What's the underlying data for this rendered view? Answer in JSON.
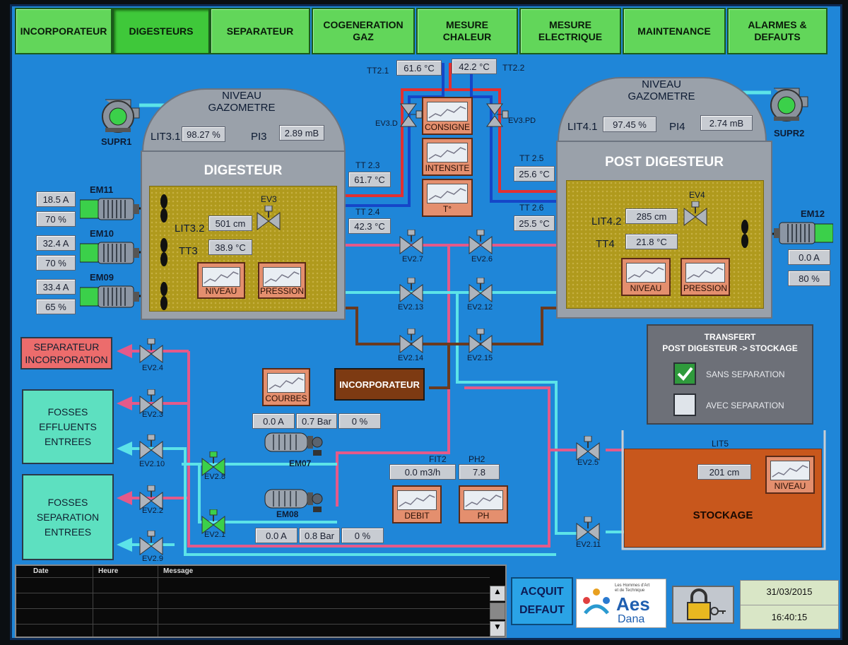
{
  "nav": [
    {
      "label": "INCORPORATEUR"
    },
    {
      "label": "DIGESTEURS"
    },
    {
      "label": "SEPARATEUR"
    },
    {
      "label": "COGENERATION\nGAZ"
    },
    {
      "label": "MESURE\nCHALEUR"
    },
    {
      "label": "MESURE\nELECTRIQUE"
    },
    {
      "label": "MAINTENANCE"
    },
    {
      "label": "ALARMES &\nDEFAUTS"
    }
  ],
  "center": {
    "tt21_label": "TT2.1",
    "tt21": "61.6 °C",
    "tt22_label": "TT2.2",
    "tt22": "42.2 °C",
    "ev3d": "EV3.D",
    "ev3pd": "EV3.PD",
    "consigne": "CONSIGNE",
    "intensite": "INTENSITE",
    "temp": "T°"
  },
  "digesteur": {
    "niveau_label": "NIVEAU\nGAZOMETRE",
    "lit31_label": "LIT3.1",
    "lit31": "98.27 %",
    "pi3_label": "PI3",
    "pi3": "2.89 mB",
    "title": "DIGESTEUR",
    "ev3": "EV3",
    "lit32_label": "LIT3.2",
    "lit32": "501 cm",
    "tt3_label": "TT3",
    "tt3": "38.9 °C",
    "btn_niveau": "NIVEAU",
    "btn_pression": "PRESSION",
    "tt23_label": "TT 2.3",
    "tt23": "61.7 °C",
    "tt24_label": "TT 2.4",
    "tt24": "42.3 °C",
    "supr": "SUPR1"
  },
  "post": {
    "niveau_label": "NIVEAU\nGAZOMETRE",
    "lit41_label": "LIT4.1",
    "lit41": "97.45 %",
    "pi4_label": "PI4",
    "pi4": "2.74 mB",
    "title": "POST DIGESTEUR",
    "ev4": "EV4",
    "lit42_label": "LIT4.2",
    "lit42": "285 cm",
    "tt4_label": "TT4",
    "tt4": "21.8 °C",
    "btn_niveau": "NIVEAU",
    "btn_pression": "PRESSION",
    "tt25_label": "TT 2.5",
    "tt25": "25.6 °C",
    "tt26_label": "TT 2.6",
    "tt26": "25.5 °C",
    "supr": "SUPR2",
    "em12": "EM12",
    "em12_a": "0.0 A",
    "em12_p": "80 %"
  },
  "motors_left": [
    {
      "name": "EM11",
      "a": "18.5 A",
      "p": "70 %"
    },
    {
      "name": "EM10",
      "a": "32.4 A",
      "p": "70 %"
    },
    {
      "name": "EM09",
      "a": "33.4 A",
      "p": "65 %"
    }
  ],
  "valves": {
    "ev27": "EV2.7",
    "ev26": "EV2.6",
    "ev213": "EV2.13",
    "ev212": "EV2.12",
    "ev214": "EV2.14",
    "ev215": "EV2.15",
    "ev24": "EV2.4",
    "ev23": "EV2.3",
    "ev210": "EV2.10",
    "ev22": "EV2.2",
    "ev29": "EV2.9",
    "ev28": "EV2.8",
    "ev21": "EV2.1",
    "ev25": "EV2.5",
    "ev211": "EV2.11"
  },
  "dest": {
    "separateur": "SEPARATEUR\nINCORPORATION",
    "fosses_effluents": "FOSSES\nEFFLUENTS\nENTREES",
    "fosses_separation": "FOSSES\nSEPARATION\nENTREES",
    "incorporateur": "INCORPORATEUR",
    "courbes": "COURBES"
  },
  "pumps": {
    "em07": "EM07",
    "em07_a": "0.0 A",
    "em07_bar": "0.7 Bar",
    "em07_p": "0 %",
    "em08": "EM08",
    "em08_a": "0.0 A",
    "em08_bar": "0.8 Bar",
    "em08_p": "0 %",
    "fit2_label": "FIT2",
    "fit2": "0.0 m3/h",
    "ph2_label": "PH2",
    "ph2": "7.8",
    "debit": "DEBIT",
    "ph": "PH"
  },
  "stockage": {
    "lit5_label": "LIT5",
    "lit5": "201 cm",
    "title": "STOCKAGE",
    "niveau": "NIVEAU"
  },
  "transfert": {
    "title": "TRANSFERT\nPOST DIGESTEUR -> STOCKAGE",
    "sans": "SANS SEPARATION",
    "avec": "AVEC SEPARATION",
    "sans_checked": true,
    "avec_checked": false
  },
  "alarm": {
    "col_date": "Date",
    "col_heure": "Heure",
    "col_message": "Message"
  },
  "acquit": "ACQUIT\nDEFAUT",
  "logo": {
    "line1": "Les Hommes d'Art",
    "line2": "et de Technique",
    "aes": "Aes",
    "dana": "Dana"
  },
  "date": "31/03/2015",
  "time": "16:40:15",
  "colors": {
    "pipe_pink": "#e45a8a",
    "pipe_cyan": "#5ce3e8",
    "pipe_brown": "#6a3a1f",
    "pipe_red": "#e23030",
    "pipe_blue": "#1546c8",
    "nav_green": "#62d65a"
  }
}
